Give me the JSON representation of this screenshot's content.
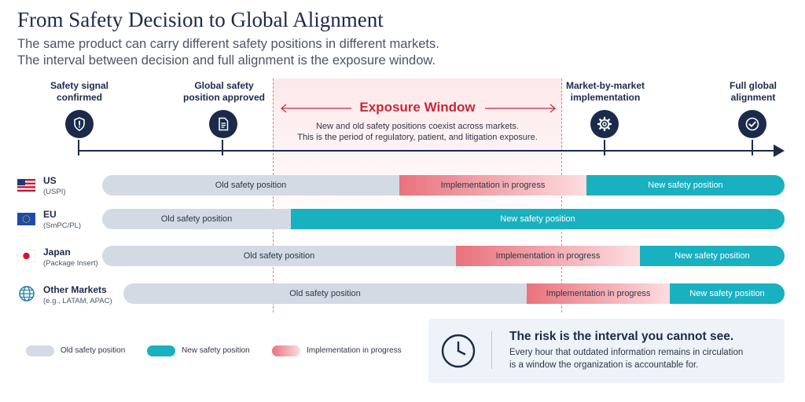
{
  "header": {
    "title": "From Safety Decision to Global Alignment",
    "subtitle_line1": "The same product can carry different safety positions in different markets.",
    "subtitle_line2": "The interval between decision and full alignment is the exposure window."
  },
  "milestones": [
    {
      "line1": "Safety signal",
      "line2": "confirmed",
      "icon": "shield-alert-icon"
    },
    {
      "line1": "Global safety",
      "line2": "position approved",
      "icon": "document-icon"
    },
    {
      "line1": "Market-by-market",
      "line2": "implementation",
      "icon": "gear-icon"
    },
    {
      "line1": "Full global",
      "line2": "alignment",
      "icon": "check-circle-icon"
    }
  ],
  "exposure": {
    "title": "Exposure Window",
    "desc_line1": "New and old safety positions coexist across markets.",
    "desc_line2": "This is the period of regulatory, patient, and litigation exposure."
  },
  "markets": [
    {
      "name": "US",
      "sub": "(USPI)",
      "icon": "us-flag-icon",
      "old_label": "Old safety position",
      "impl_label": "Implementation in progress",
      "new_label": "New safety position"
    },
    {
      "name": "EU",
      "sub": "(SmPC/PL)",
      "icon": "eu-flag-icon",
      "old_label": "Old safety position",
      "impl_label": "",
      "new_label": "New safety position"
    },
    {
      "name": "Japan",
      "sub": "(Package Insert)",
      "icon": "japan-flag-icon",
      "old_label": "Old safety position",
      "impl_label": "Implementation in progress",
      "new_label": "New safety position"
    },
    {
      "name": "Other Markets",
      "sub": "(e.g., LATAM, APAC)",
      "icon": "globe-icon",
      "old_label": "Old safety position",
      "impl_label": "Implementation in progress",
      "new_label": "New safety position"
    }
  ],
  "legend": {
    "old": "Old safety position",
    "new": "New safety position",
    "impl": "Implementation in progress"
  },
  "callout": {
    "title": "The risk is the interval you cannot see.",
    "body_line1": "Every hour that outdated information remains in circulation",
    "body_line2": "is a window the organization is accountable for.",
    "icon": "clock-icon"
  },
  "colors": {
    "navy": "#1b2a4a",
    "old": "#d3dae4",
    "new": "#19b0c0",
    "impl": "#e9727d",
    "exposure": "#c62839"
  }
}
